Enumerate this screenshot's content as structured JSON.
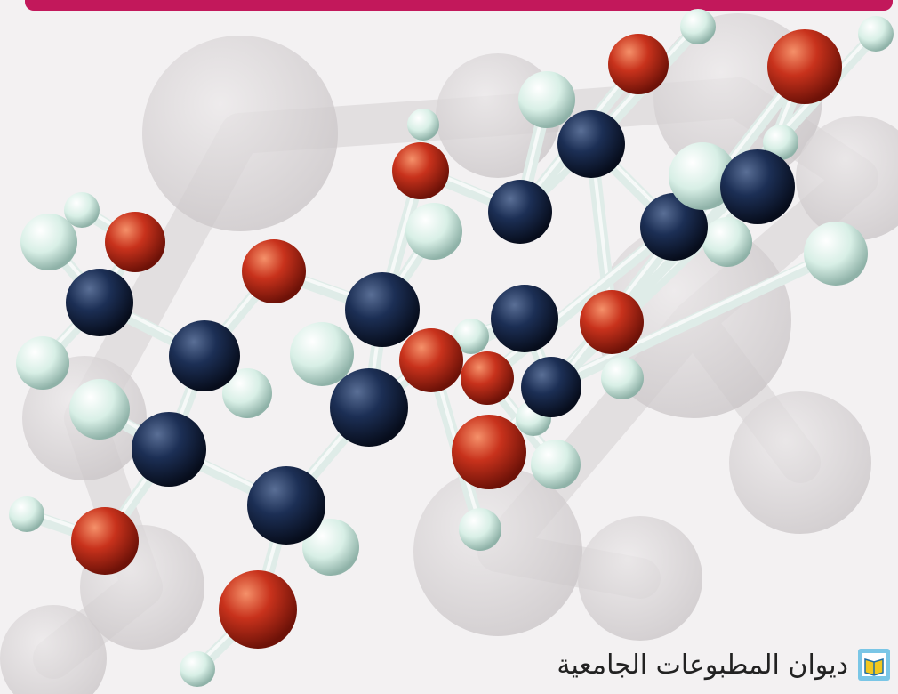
{
  "colors": {
    "background": "#f3f1f2",
    "top_bar": "#c2185b",
    "carbon": "#142544",
    "oxygen": "#c8321c",
    "hydrogen": "#d8efe6",
    "bond": "#dfece8",
    "ghost": "#d4d0d2",
    "logo_frame": "#7ac6e6",
    "logo_book": "#f2c81e"
  },
  "publisher": {
    "name": "ديوان المطبوعات الجامعية",
    "logo_icon": "open-book-logo-icon"
  },
  "molecule": {
    "atoms": [
      {
        "id": "C1",
        "el": "C"
      },
      {
        "id": "C2",
        "el": "C"
      },
      {
        "id": "C3",
        "el": "C"
      },
      {
        "id": "C4",
        "el": "C"
      },
      {
        "id": "C5",
        "el": "C"
      },
      {
        "id": "C6",
        "el": "C"
      },
      {
        "id": "C7",
        "el": "C"
      },
      {
        "id": "C8",
        "el": "C"
      },
      {
        "id": "C9",
        "el": "C"
      },
      {
        "id": "C10",
        "el": "C"
      },
      {
        "id": "C11",
        "el": "C"
      },
      {
        "id": "C12",
        "el": "C"
      },
      {
        "id": "O1",
        "el": "O"
      },
      {
        "id": "O2",
        "el": "O"
      },
      {
        "id": "O3",
        "el": "O"
      },
      {
        "id": "O4",
        "el": "O"
      },
      {
        "id": "O5",
        "el": "O"
      },
      {
        "id": "O6",
        "el": "O"
      },
      {
        "id": "O7",
        "el": "O"
      },
      {
        "id": "O8",
        "el": "O"
      },
      {
        "id": "O9",
        "el": "O"
      },
      {
        "id": "O10",
        "el": "O"
      },
      {
        "id": "O11",
        "el": "O"
      },
      {
        "id": "H1",
        "el": "H"
      },
      {
        "id": "H2",
        "el": "H"
      },
      {
        "id": "H3",
        "el": "H"
      },
      {
        "id": "H4",
        "el": "H"
      },
      {
        "id": "H5",
        "el": "H"
      },
      {
        "id": "H6",
        "el": "H"
      },
      {
        "id": "H7",
        "el": "H"
      },
      {
        "id": "H8",
        "el": "H"
      },
      {
        "id": "H9",
        "el": "H"
      },
      {
        "id": "H10",
        "el": "H"
      },
      {
        "id": "H11",
        "el": "H"
      },
      {
        "id": "H12",
        "el": "H"
      },
      {
        "id": "H13",
        "el": "H"
      },
      {
        "id": "H14",
        "el": "H"
      },
      {
        "id": "H15",
        "el": "H"
      },
      {
        "id": "H16",
        "el": "H"
      },
      {
        "id": "H17",
        "el": "H"
      },
      {
        "id": "H18",
        "el": "H"
      },
      {
        "id": "H19",
        "el": "H"
      },
      {
        "id": "H20",
        "el": "H"
      },
      {
        "id": "H21",
        "el": "H"
      },
      {
        "id": "H22",
        "el": "H"
      },
      {
        "id": "H23",
        "el": "H"
      }
    ],
    "bonds": [
      [
        "C1",
        "O2"
      ],
      [
        "C1",
        "C2"
      ],
      [
        "C1",
        "H4"
      ],
      [
        "C1",
        "H2"
      ],
      [
        "O2",
        "H1"
      ],
      [
        "C2",
        "O3"
      ],
      [
        "C2",
        "C3"
      ],
      [
        "C2",
        "H8"
      ],
      [
        "C3",
        "C4"
      ],
      [
        "C3",
        "O4"
      ],
      [
        "C3",
        "H7"
      ],
      [
        "O4",
        "H5"
      ],
      [
        "C4",
        "O5"
      ],
      [
        "C4",
        "C5"
      ],
      [
        "C4",
        "H9"
      ],
      [
        "O5",
        "H6"
      ],
      [
        "C5",
        "C6"
      ],
      [
        "C5",
        "O6"
      ],
      [
        "C5",
        "H10"
      ],
      [
        "O3",
        "C6"
      ],
      [
        "C6",
        "H3"
      ],
      [
        "C6",
        "O7"
      ],
      [
        "O6",
        "C11"
      ],
      [
        "O6",
        "H11"
      ],
      [
        "O7",
        "C7"
      ],
      [
        "O7",
        "H12"
      ],
      [
        "C7",
        "C8"
      ],
      [
        "C7",
        "O8"
      ],
      [
        "C7",
        "H13"
      ],
      [
        "C8",
        "O9"
      ],
      [
        "C8",
        "H14"
      ],
      [
        "O9",
        "H15"
      ],
      [
        "C8",
        "C9"
      ],
      [
        "C9",
        "O10"
      ],
      [
        "C9",
        "H16"
      ],
      [
        "O10",
        "H17"
      ],
      [
        "C9",
        "C10"
      ],
      [
        "C10",
        "C12"
      ],
      [
        "C10",
        "H18"
      ],
      [
        "C10",
        "O1"
      ],
      [
        "C12",
        "O11"
      ],
      [
        "C12",
        "H21"
      ],
      [
        "C12",
        "H22"
      ],
      [
        "O11",
        "H20"
      ],
      [
        "C11",
        "H19"
      ],
      [
        "C11",
        "C12"
      ],
      [
        "O1",
        "H23"
      ]
    ]
  }
}
